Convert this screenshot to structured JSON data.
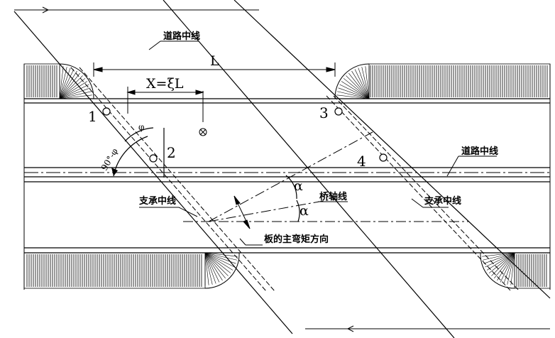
{
  "labels": {
    "road_center_top": "道路中线",
    "road_center_right": "道路中线",
    "bearing_center_left": "支承中线",
    "bearing_center_right": "支承中线",
    "bridge_axis": "桥轴线",
    "main_moment_dir": "板的主弯矩方向",
    "span": "L",
    "offset": "X=ξL",
    "angle_complement": "90°-φ",
    "angle_phi": "φ",
    "alpha_upper": "α",
    "alpha_lower": "α"
  },
  "points": [
    "1",
    "2",
    "3",
    "4"
  ],
  "colors": {
    "line": "#000000",
    "background": "#ffffff"
  }
}
